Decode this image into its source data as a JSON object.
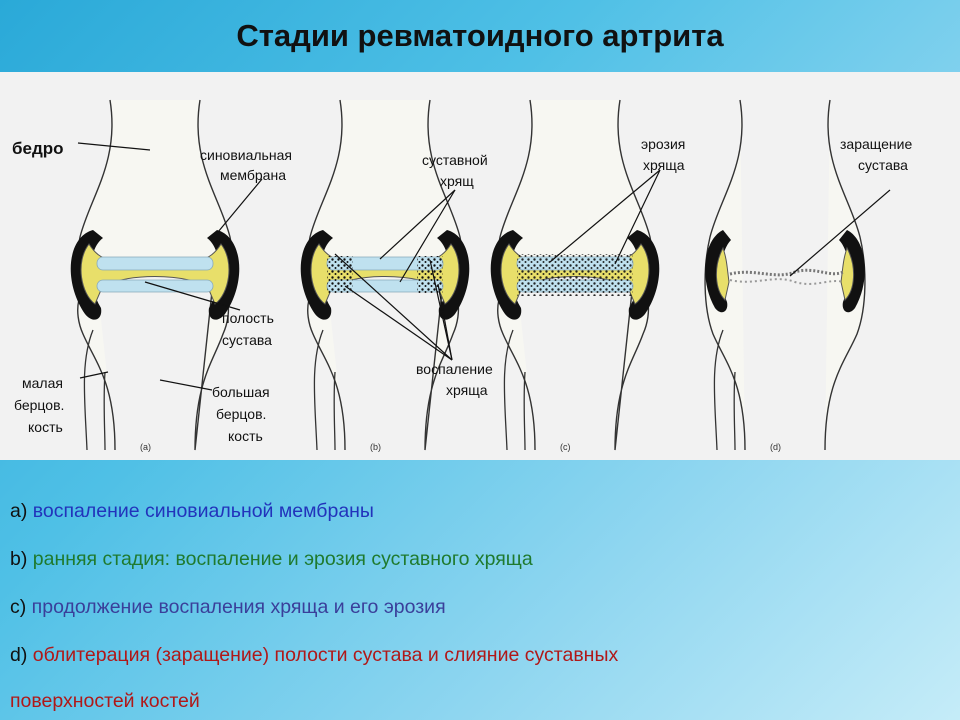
{
  "title": "Стадии ревматоидного артрита",
  "diagram": {
    "panels": [
      {
        "tag": "(a)"
      },
      {
        "tag": "(b)"
      },
      {
        "tag": "(c)"
      },
      {
        "tag": "(d)"
      }
    ],
    "labels": {
      "femur": "бедро",
      "synovial_1": "синовиальная",
      "synovial_2": "мембрана",
      "cavity_1": "полость",
      "cavity_2": "сустава",
      "fibula_1": "малая",
      "fibula_2": "берцов.",
      "fibula_3": "кость",
      "tibia_1": "большая",
      "tibia_2": "берцов.",
      "tibia_3": "кость",
      "cartilage_1": "суставной",
      "cartilage_2": "хрящ",
      "inflam_1": "воспаление",
      "inflam_2": "хряща",
      "erosion_1": "эрозия",
      "erosion_2": "хряща",
      "fusion_1": "заращение",
      "fusion_2": "сустава"
    }
  },
  "captions": [
    {
      "key": "a)",
      "text": "воспаление синовиальной мембраны",
      "color": "#2233bb"
    },
    {
      "key": "b)",
      "text": "ранняя стадия: воспаление и эрозия суставного хряща",
      "color": "#1f7a2e"
    },
    {
      "key": "c)",
      "text": "продолжение воспаления хряща и его эрозия",
      "color": "#3a3f9a"
    },
    {
      "key": "d)",
      "text": "облитерация (заращение) полости сустава и слияние суставных",
      "color": "#b01818"
    },
    {
      "key": "",
      "text": "поверхностей костей",
      "color": "#b01818"
    }
  ],
  "colors": {
    "bone_fill": "#f7f7f2",
    "bone_stroke": "#333333",
    "capsule": "#111111",
    "fluid": "#e8df6a",
    "cartilage": "#bfe1ef"
  }
}
